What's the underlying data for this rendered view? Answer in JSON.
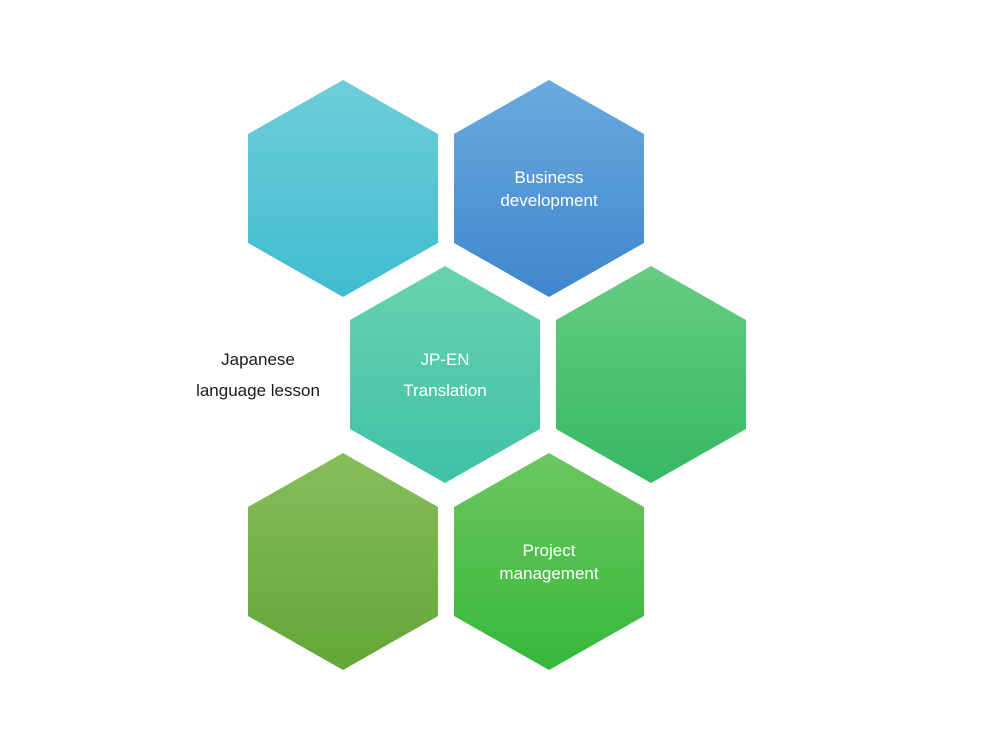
{
  "diagram": {
    "hexagons": [
      {
        "id": "hex-top-left",
        "lines": [],
        "color_top": "#6fcdd9",
        "color_bottom": "#3fbcd0"
      },
      {
        "id": "hex-top-right",
        "lines": [
          "Business",
          "development"
        ],
        "color_top": "#6aaadf",
        "color_bottom": "#3f86cd"
      },
      {
        "id": "hex-middle-center",
        "lines": [
          "JP-EN",
          "Translation"
        ],
        "color_top": "#68d3ae",
        "color_bottom": "#3ec1a6"
      },
      {
        "id": "hex-middle-right",
        "lines": [],
        "color_top": "#66cc82",
        "color_bottom": "#36b865"
      },
      {
        "id": "hex-bottom-left",
        "lines": [],
        "color_top": "#87bd5b",
        "color_bottom": "#63a637"
      },
      {
        "id": "hex-bottom-right",
        "lines": [
          "Project",
          "management"
        ],
        "color_top": "#6cc660",
        "color_bottom": "#36b83a"
      }
    ],
    "side_label": {
      "lines": [
        "Japanese",
        "language lesson"
      ]
    }
  }
}
